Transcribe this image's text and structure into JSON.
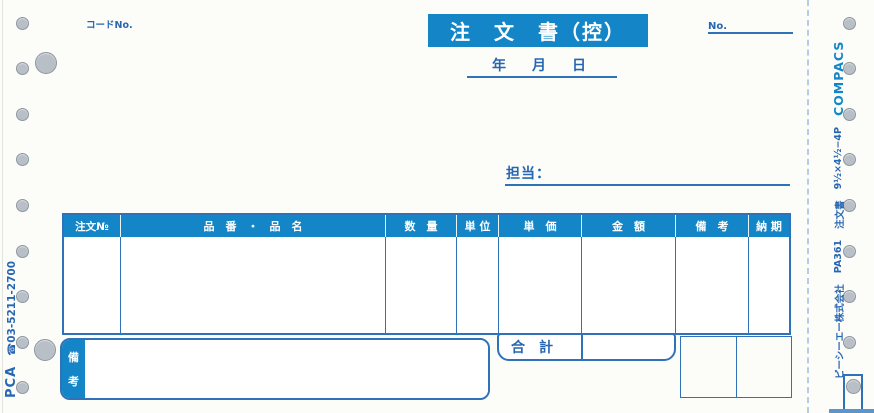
{
  "colors": {
    "form_fill_blue": "#1486c7",
    "form_line_blue": "#2f72b8",
    "form_text_blue": "#2766b2",
    "hole_gray": "#b8bfc6"
  },
  "header": {
    "code_no_label": "コードNo.",
    "title": "注　文　書（控）",
    "no_label": "No.",
    "date_label": "年　月　日"
  },
  "staff": {
    "label": "担当："
  },
  "table": {
    "columns": [
      {
        "label": "注文№"
      },
      {
        "label": "品　番　・　品　名"
      },
      {
        "label": "数　量"
      },
      {
        "label": "単 位"
      },
      {
        "label": "単　価"
      },
      {
        "label": "金　額"
      },
      {
        "label": "備　考"
      },
      {
        "label": "納 期"
      }
    ],
    "rows": [
      [
        "",
        "",
        "",
        "",
        "",
        "",
        "",
        ""
      ]
    ]
  },
  "footer": {
    "total_label": "合　計",
    "remarks_char_top": "備",
    "remarks_char_bottom": "考"
  },
  "edge_print": {
    "left_logo": "PCA",
    "left_phone": "☎03-5211-2700",
    "right_company": "ピーシーエー株式会社",
    "right_product": "PA361",
    "right_form_name": "注文書",
    "right_size": "9½×4½−4P",
    "right_brand": "COMPACS"
  }
}
